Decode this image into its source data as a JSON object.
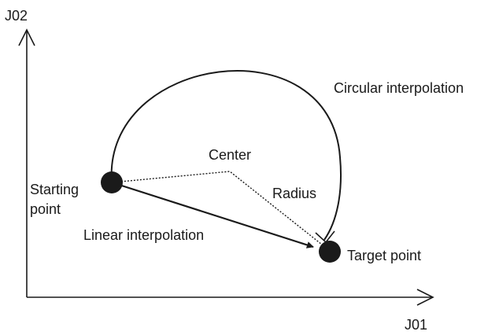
{
  "axes": {
    "y_label": "J02",
    "x_label": "J01"
  },
  "labels": {
    "circular": "Circular interpolation",
    "center": "Center",
    "radius": "Radius",
    "starting_line1": "Starting",
    "starting_line2": "point",
    "linear": "Linear interpolation",
    "target": "Target point"
  },
  "colors": {
    "ink": "#1a1a1a",
    "background": "#ffffff"
  }
}
